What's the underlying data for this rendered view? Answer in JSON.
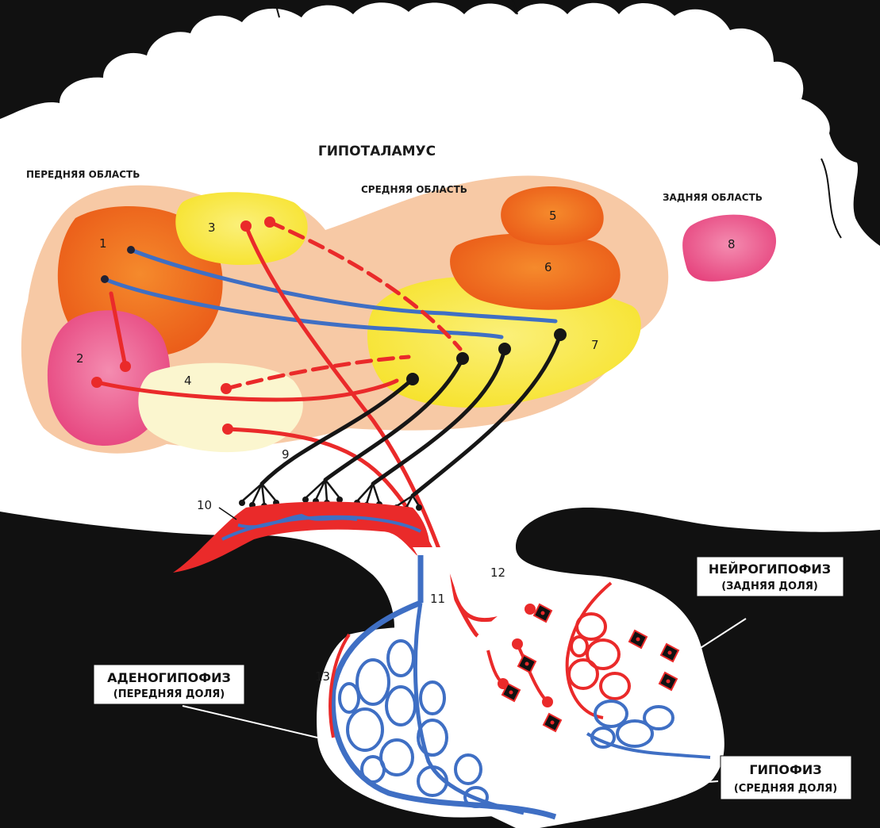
{
  "title": "ГИПОТАЛАМУС",
  "regions": {
    "anterior": "ПЕРЕДНЯЯ ОБЛАСТЬ",
    "middle": "СРЕДНЯЯ ОБЛАСТЬ",
    "posterior": "ЗАДНЯЯ ОБЛАСТЬ"
  },
  "pituitary_labels": {
    "neuro_title": "НЕЙРОГИПОФИЗ",
    "neuro_sub": "(ЗАДНЯЯ ДОЛЯ)",
    "adeno_title": "АДЕНОГИПОФИЗ",
    "adeno_sub": "(ПЕРЕДНЯЯ ДОЛЯ)",
    "middle_title": "ГИПОФИЗ",
    "middle_sub": "(СРЕДНЯЯ ДОЛЯ)"
  },
  "numbers": {
    "n1": "1",
    "n2": "2",
    "n3": "3",
    "n4": "4",
    "n5": "5",
    "n6": "6",
    "n7": "7",
    "n8": "8",
    "n9": "9",
    "n10": "10",
    "n11": "11",
    "n12": "12",
    "n13": "13"
  },
  "colors": {
    "brain_black": "#111111",
    "hypo_bg": "#f6c6a0",
    "nucleus_orange": "#f26a1e",
    "nucleus_pink": "#ea4f86",
    "nucleus_yellow": "#f6ea2a",
    "nucleus_cream": "#fbf7d0",
    "axon_red": "#ea2a2a",
    "axon_blue": "#3f6fc4",
    "axon_black": "#161616"
  }
}
